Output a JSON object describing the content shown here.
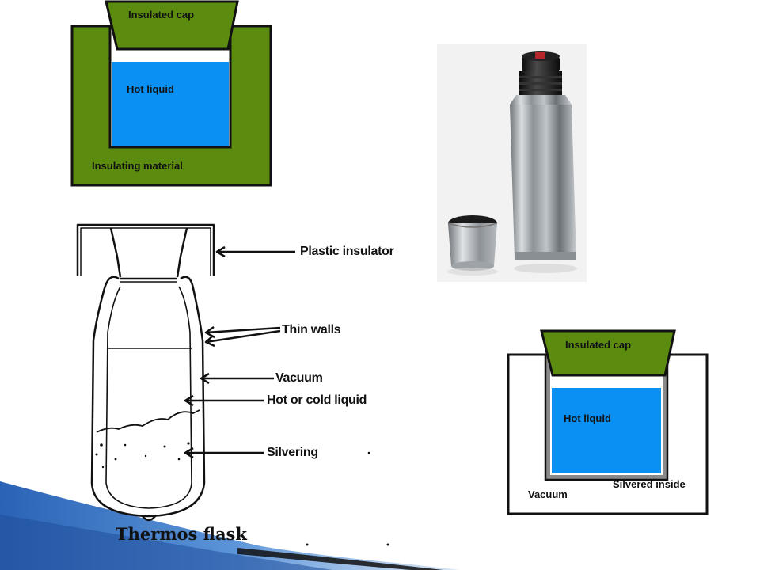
{
  "diagram1": {
    "cap_label": "Insulated cap",
    "liquid_label": "Hot liquid",
    "material_label": "Insulating material"
  },
  "photo": {
    "subject": "stainless steel thermos flask with cup"
  },
  "drawing": {
    "labels": {
      "plastic_insulator": "Plastic insulator",
      "thin_walls": "Thin walls",
      "vacuum": "Vacuum",
      "liquid": "Hot or cold liquid",
      "silvering": "Silvering"
    },
    "caption": "Thermos flask"
  },
  "diagram2": {
    "cap_label": "Insulated cap",
    "liquid_label": "Hot liquid",
    "silvered_label": "Silvered inside",
    "vacuum_label": "Vacuum"
  },
  "colors": {
    "insulation_green": "#5b8c0f",
    "liquid_blue": "#0a8ff2",
    "slide_accent_blue": "#3a78c4"
  }
}
